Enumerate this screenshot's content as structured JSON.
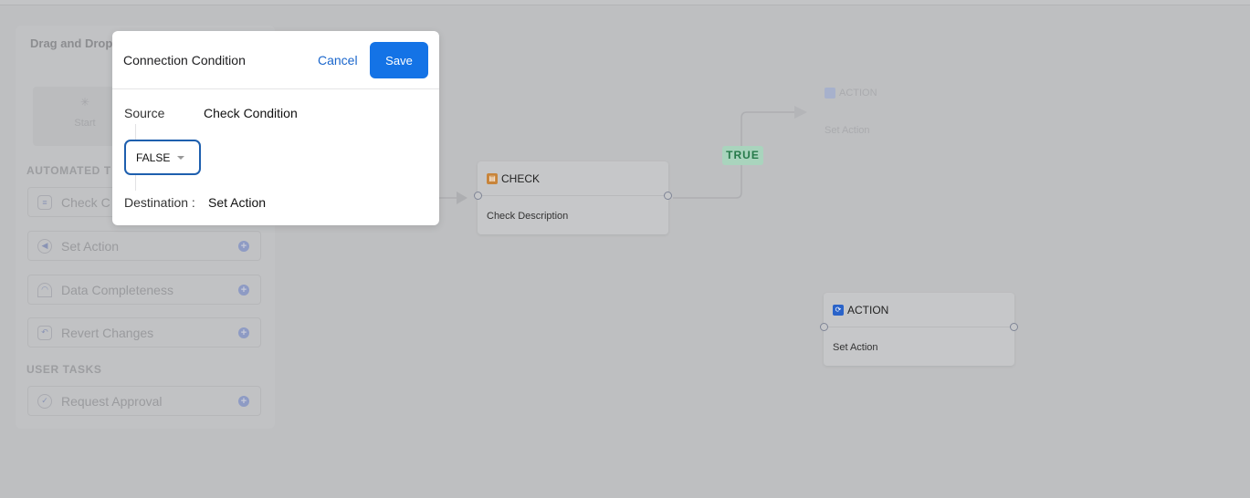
{
  "sidebar": {
    "title": "Drag and Drop",
    "start_label": "Start",
    "automated_heading": "AUTOMATED T",
    "automated_items": [
      {
        "label": "Check C",
        "icon": "check-list-icon"
      },
      {
        "label": "Set Action",
        "icon": "megaphone-icon"
      },
      {
        "label": "Data Completeness",
        "icon": "gauge-icon"
      },
      {
        "label": "Revert Changes",
        "icon": "revert-icon"
      }
    ],
    "user_heading": "USER TASKS",
    "user_items": [
      {
        "label": "Request Approval",
        "icon": "check-circle-icon"
      }
    ]
  },
  "canvas": {
    "check_node": {
      "type": "CHECK",
      "description": "Check Description",
      "icon_color": "#c8843a"
    },
    "action_node": {
      "type": "ACTION",
      "description": "Set Action",
      "icon_color": "#2a63c9"
    },
    "faded_action_node": {
      "type": "ACTION",
      "description": "Set Action"
    },
    "true_label": "TRUE"
  },
  "dialog": {
    "title": "Connection Condition",
    "cancel_label": "Cancel",
    "save_label": "Save",
    "source_label": "Source",
    "source_value": "Check Condition",
    "condition_value": "FALSE",
    "destination_label": "Destination :",
    "destination_value": "Set Action",
    "accent": "#1473e6"
  }
}
